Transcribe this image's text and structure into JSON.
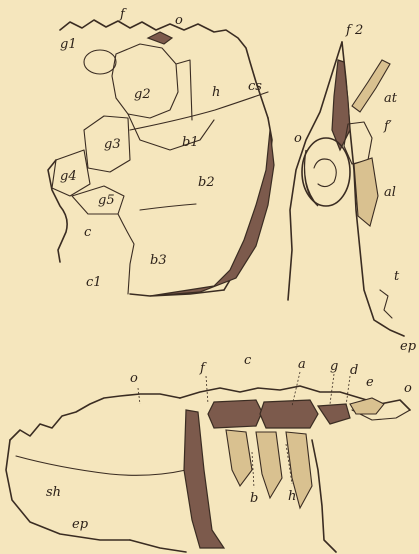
{
  "fig1": {
    "labels": {
      "f": "f",
      "o": "o",
      "g1": "g1",
      "g2": "g2",
      "h": "h",
      "cs": "cs",
      "b1": "b1",
      "g3": "g3",
      "g4": "g4",
      "b2": "b2",
      "g5": "g5",
      "c": "c",
      "b3": "b3",
      "c1": "c1"
    }
  },
  "fig2": {
    "labels": {
      "f2": "f 2",
      "at": "at",
      "f_prime": "f′",
      "o": "o",
      "al": "al",
      "t": "t",
      "ep": "ep"
    }
  },
  "fig3": {
    "labels": {
      "o_left": "o",
      "f": "f",
      "c": "c",
      "a": "a",
      "g": "g",
      "d": "d",
      "e": "e",
      "o_right": "o",
      "sh": "sh",
      "b": "b",
      "h": "h",
      "ep": "ep"
    }
  },
  "colors": {
    "paper": "#f5e6bd",
    "ink": "#3a2c22",
    "shade": "#7c5a4c"
  }
}
